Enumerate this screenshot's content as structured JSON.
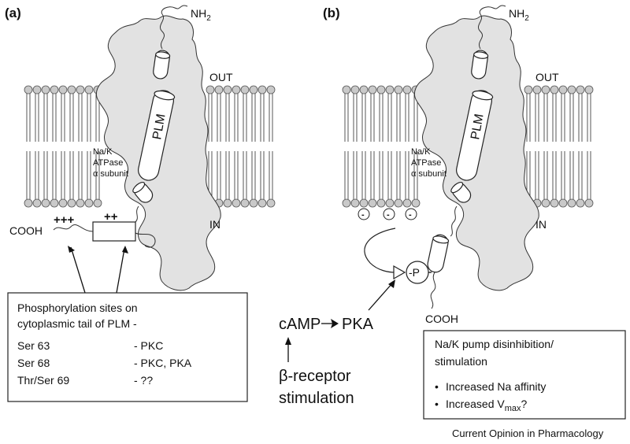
{
  "panel_a": {
    "label": "(a)",
    "nh2_main": "NH",
    "nh2_sub": "2",
    "out": "OUT",
    "in": "IN",
    "plm": "PLM",
    "atpase_line1": "Na/K",
    "atpase_line2": "ATPase",
    "atpase_line3": "α subunit",
    "cooh": "COOH",
    "charges_left": "+++",
    "charges_right": "++",
    "info_title_1": "Phosphorylation sites on",
    "info_title_2": "cytoplasmic tail of PLM -",
    "sites": [
      {
        "residue": "Ser 63",
        "kinase": "- PKC"
      },
      {
        "residue": "Ser 68",
        "kinase": "- PKC, PKA"
      },
      {
        "residue": "Thr/Ser 69",
        "kinase": "- ??"
      }
    ]
  },
  "panel_b": {
    "label": "(b)",
    "nh2_main": "NH",
    "nh2_sub": "2",
    "out": "OUT",
    "in": "IN",
    "plm": "PLM",
    "atpase_line1": "Na/K",
    "atpase_line2": "ATPase",
    "atpase_line3": "α subunit",
    "cooh": "COOH",
    "neg_charge": "-",
    "phospho": "-P",
    "camp": "cAMP",
    "pka": "PKA",
    "beta_line1": "β-receptor",
    "beta_line2": "stimulation",
    "effect_title_1": "Na/K pump disinhibition/",
    "effect_title_2": "stimulation",
    "effect_1": "Increased Na affinity",
    "effect_2_main": "Increased V",
    "effect_2_sub": "max",
    "effect_2_end": "?",
    "bullet": "•"
  },
  "credit": "Current Opinion in Pharmacology"
}
